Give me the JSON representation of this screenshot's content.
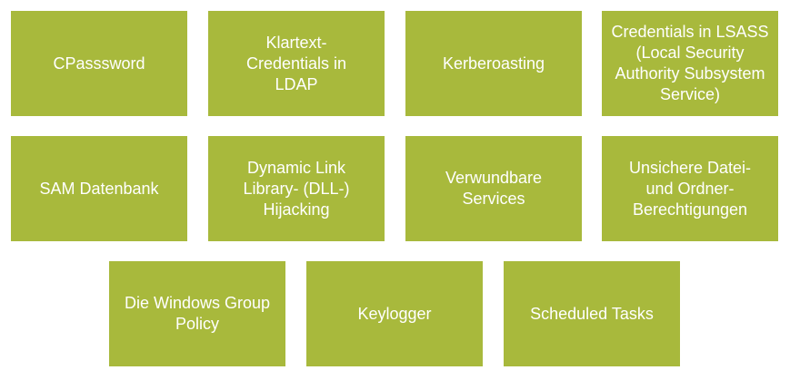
{
  "fill_color": "#a8b93c",
  "boxes": [
    "CPasssword",
    "Klartext-Credentials in LDAP",
    "Kerberoasting",
    "Credentials in LSASS (Local Security Authority Subsystem Service)",
    "SAM Datenbank",
    "Dynamic Link Library- (DLL-) Hijacking",
    "Verwundbare Services",
    "Unsichere Datei- und Ordner-Berechtigungen",
    "Die Windows Group Policy",
    "Keylogger",
    "Scheduled Tasks"
  ]
}
